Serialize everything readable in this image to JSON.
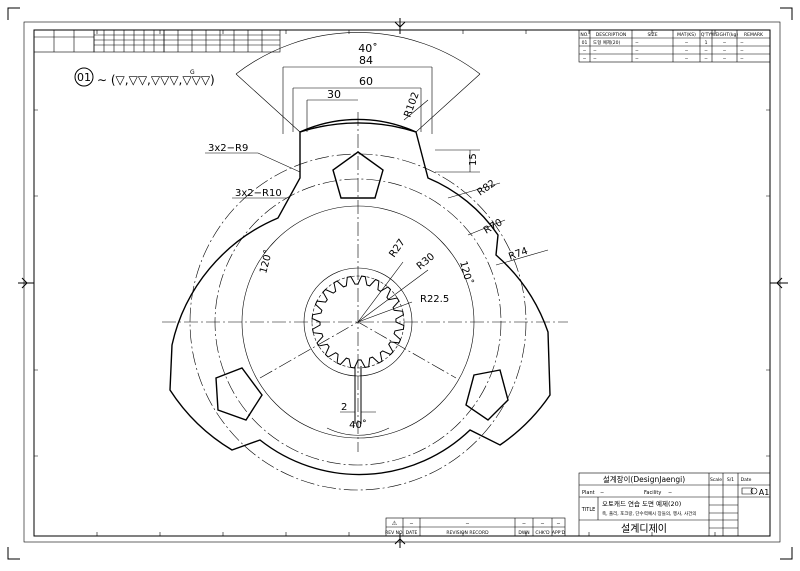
{
  "drawing": {
    "item_number": "01",
    "surface_symbols": "∼ (▽,▽▽,▽▽▽,▽▽▽)",
    "surface_superscript": "G"
  },
  "dimensions": {
    "angle_top": "40˚",
    "w84": "84",
    "w60": "60",
    "w30": "30",
    "r102": "R102",
    "h15": "15",
    "r82": "R82",
    "r70": "R70",
    "r74": "R74",
    "fillet_r9": "3x2−R9",
    "fillet_r10": "3x2−R10",
    "angle_left": "120˚",
    "angle_right": "120˚",
    "r27": "R27",
    "r30": "R30",
    "r22_5": "R22.5",
    "key_width": "2",
    "angle_bottom": "40˚"
  },
  "parts_list": {
    "headers": [
      "NO.",
      "DESCRIPTION",
      "SIZE",
      "MAT(KS)",
      "Q'TY",
      "WEIGHT(kg)",
      "REMARK"
    ],
    "rows": [
      [
        "01",
        "도형 예제(20)",
        "−",
        "−",
        "1",
        "−",
        "−"
      ],
      [
        "−",
        "−",
        "−",
        "−",
        "−",
        "−",
        "−"
      ],
      [
        "−",
        "−",
        "−",
        "−",
        "−",
        "−",
        "−"
      ]
    ]
  },
  "revision": {
    "row": [
      "−",
      "−",
      "−",
      "−",
      "−"
    ],
    "headers": [
      "REV NO.",
      "DATE",
      "REVISION RECORD",
      "DWN",
      "CHK'D",
      "APP'D"
    ]
  },
  "title_block": {
    "company": "설계장이(DesignJaengi)",
    "scale_label": "Scale",
    "scale_value": "S/1",
    "date_label": "Date",
    "plant_label": "Plant",
    "plant_value": "−",
    "facility_label": "Facility",
    "facility_value": "−",
    "sheet_size": "A1",
    "title_label": "TITLE",
    "title_line1": "오토캐드 연습 도면 예제(20)",
    "title_line2": "축, 풀리, 포크랑, 단수력예시 장들의, 헹사, 사건의",
    "footer": "설계디제이"
  }
}
